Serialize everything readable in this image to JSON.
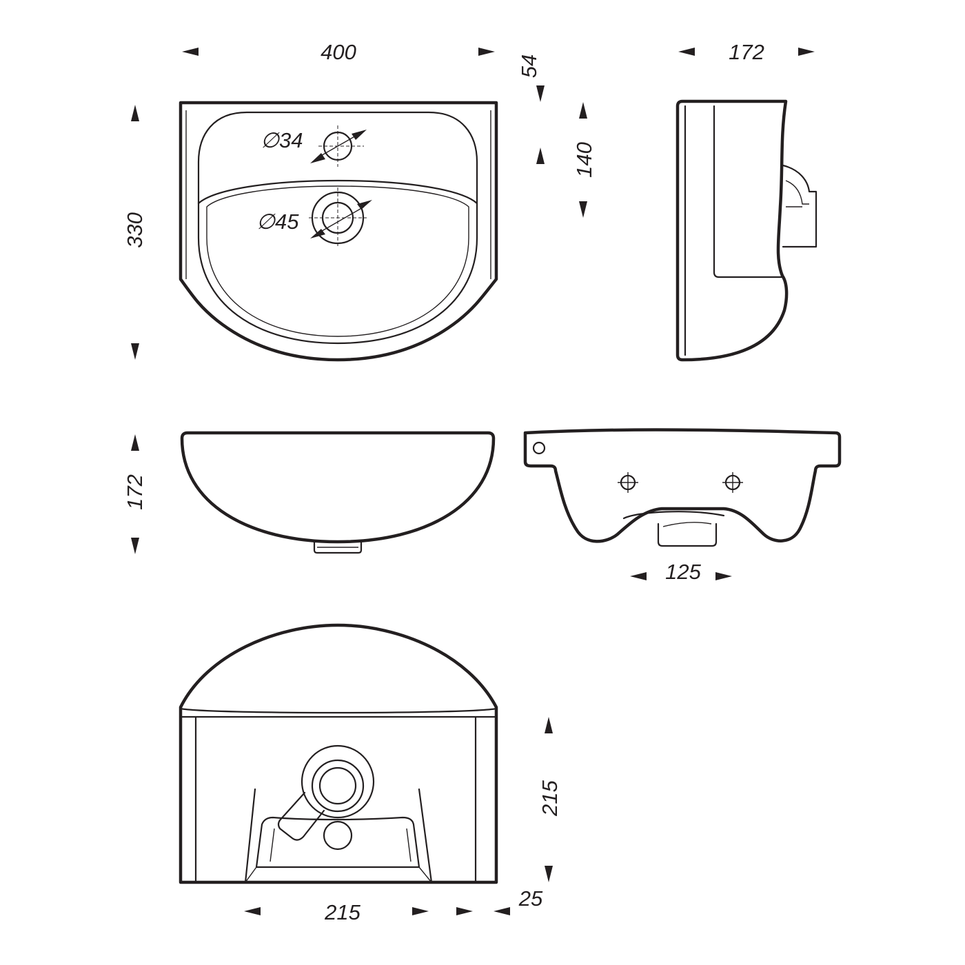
{
  "drawing": {
    "dimensions": {
      "top_width": "400",
      "top_depth_offset": "54",
      "top_height": "330",
      "side_width": "172",
      "side_height_140": "140",
      "front_height": "172",
      "back_span": "125",
      "bottom_height": "215",
      "bottom_width": "215",
      "bottom_offset": "25"
    },
    "diameters": {
      "tap_hole": "∅34",
      "drain_hole": "∅45"
    },
    "colors": {
      "line": "#231f20",
      "background": "#ffffff"
    }
  }
}
